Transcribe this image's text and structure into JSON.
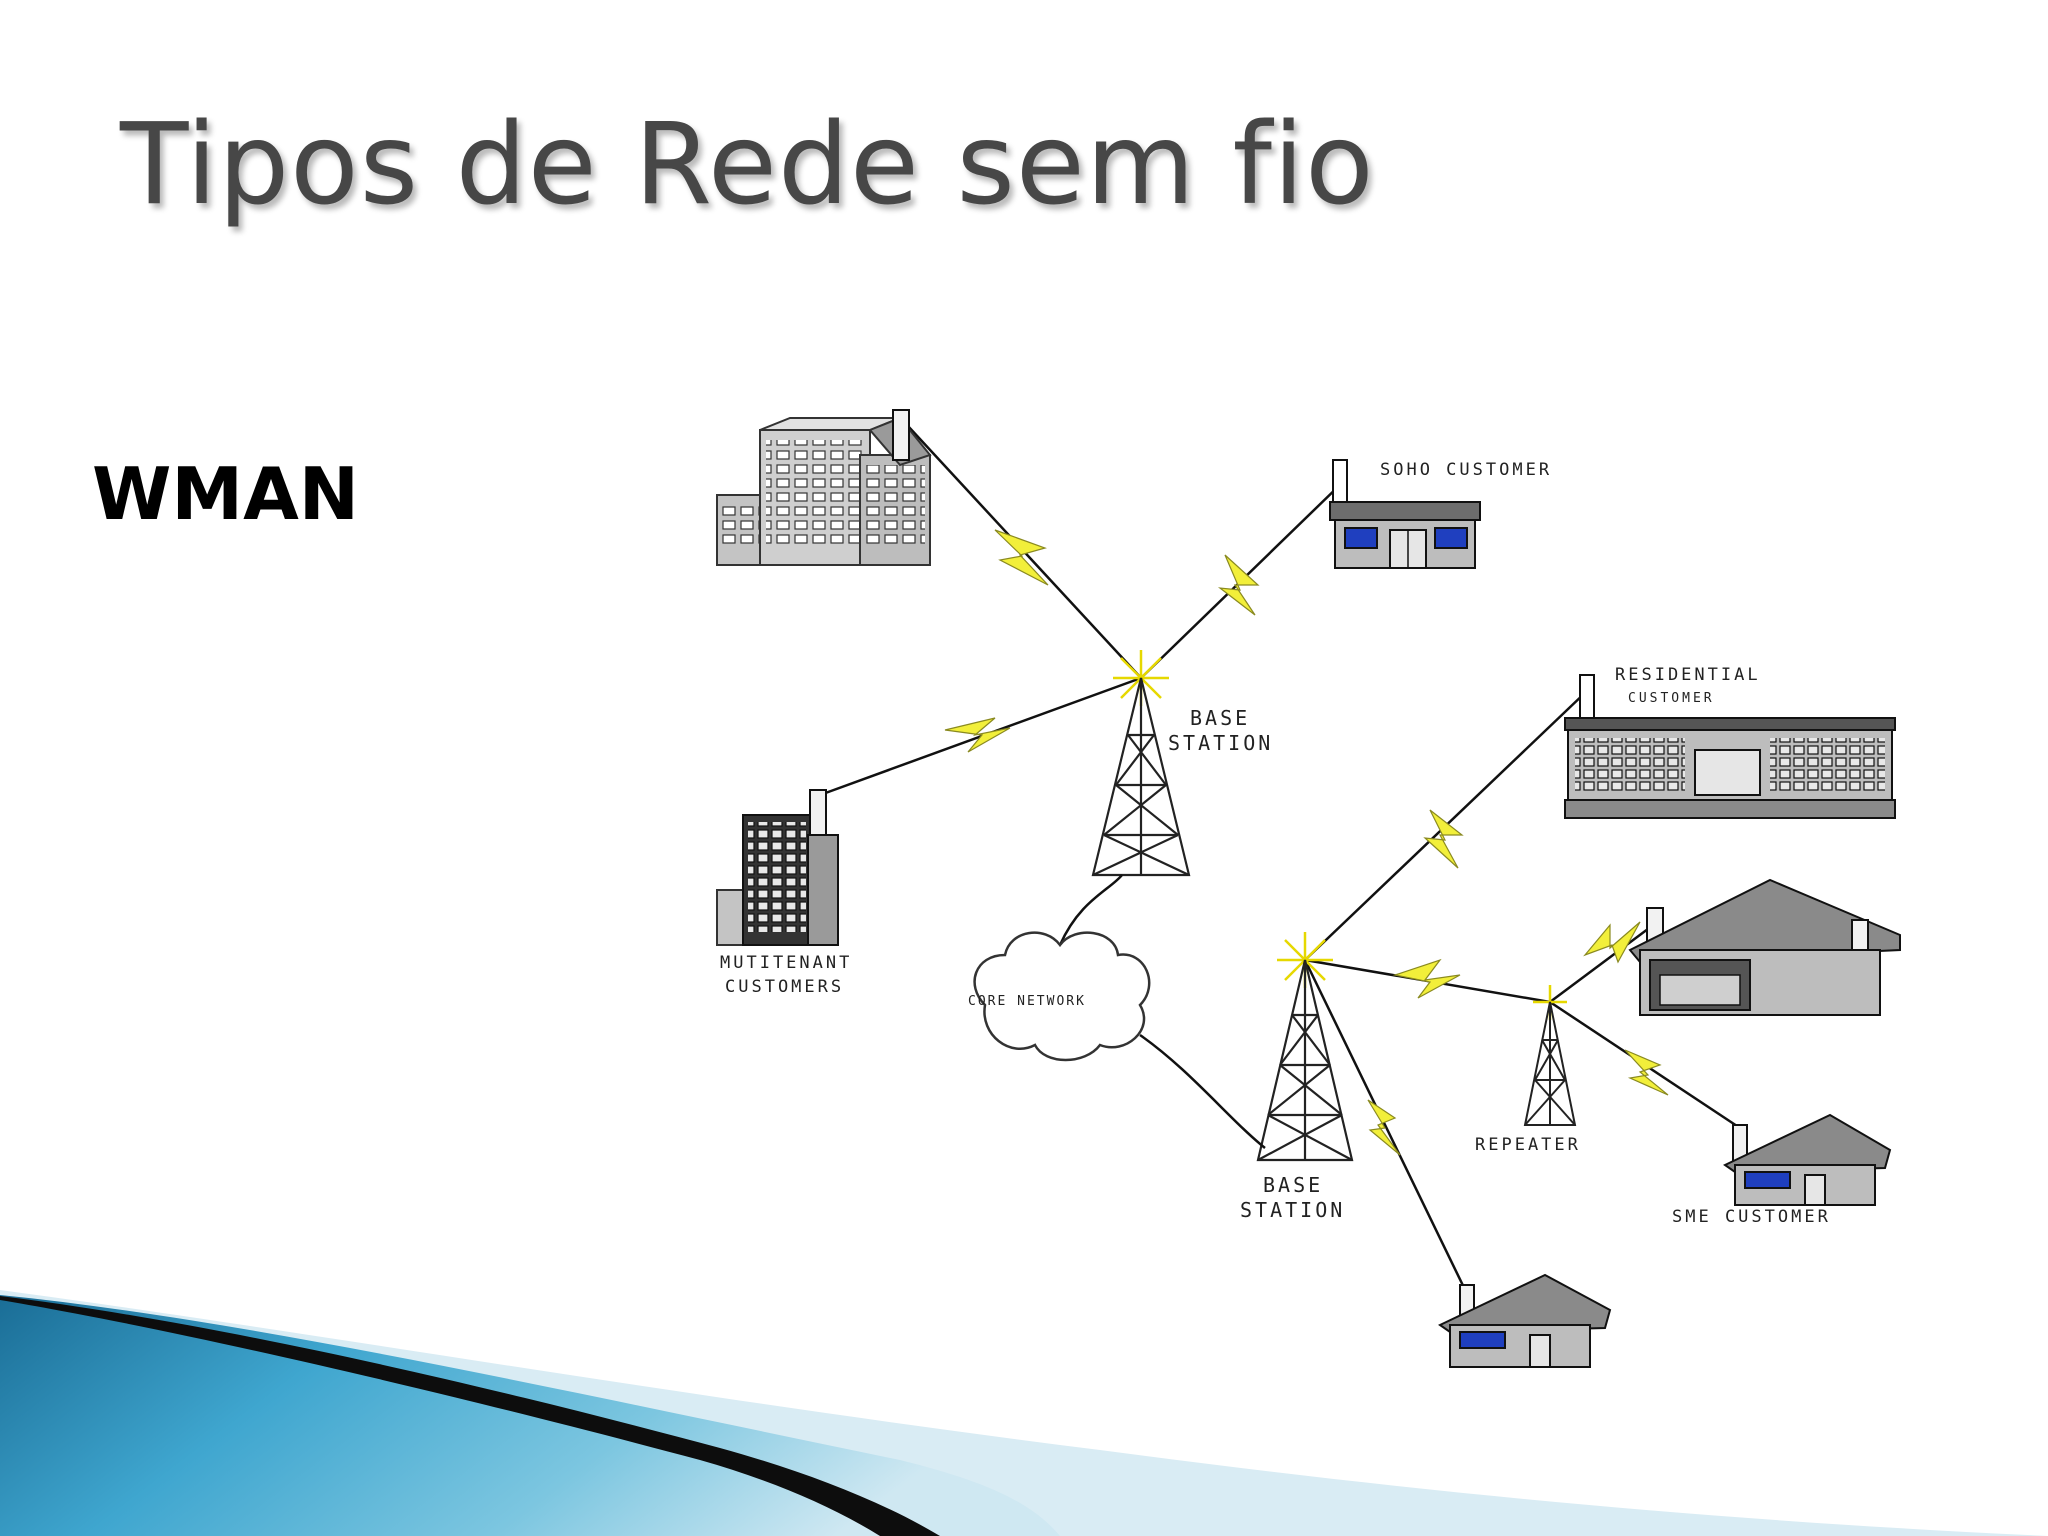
{
  "slide": {
    "title": "Tipos de Rede sem fio",
    "subtitle": "WMAN"
  },
  "diagram": {
    "labels": {
      "soho": "SOHO CUSTOMER",
      "base_station_1_line1": "BASE",
      "base_station_1_line2": "STATION",
      "residential_line1": "RESIDENTIAL",
      "residential_line2": "CUSTOMER",
      "multitenant_line1": "MUTITENANT",
      "multitenant_line2": "CUSTOMERS",
      "core_network": "CORE NETWORK",
      "repeater": "REPEATER",
      "base_station_2_line1": "BASE",
      "base_station_2_line2": "STATION",
      "sme": "SME CUSTOMER"
    },
    "colors": {
      "lightning": "#f2ef3a",
      "window_blue": "#1f3fbf",
      "building_gray": "#bdbdbd",
      "accent_teal": "#1e7fa6"
    }
  }
}
